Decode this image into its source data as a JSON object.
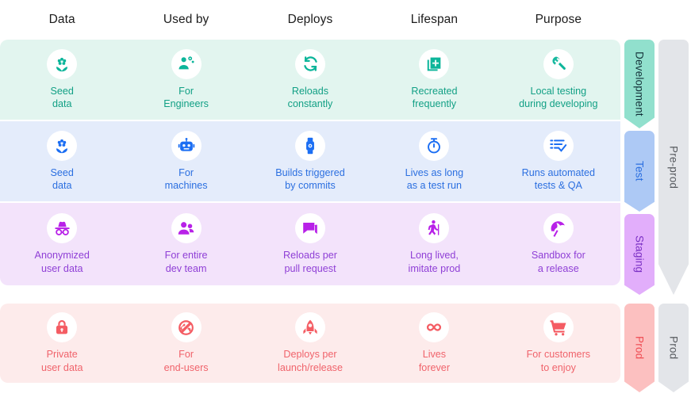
{
  "columns": [
    "Data",
    "Used by",
    "Deploys",
    "Lifespan",
    "Purpose"
  ],
  "colors": {
    "development_accent": "#12a085",
    "development_bg": "#e2f5ef",
    "development_tag": "#91e0cd",
    "test_accent": "#2b6fe0",
    "test_bg": "#e4ecfb",
    "test_tag": "#adc9f5",
    "staging_accent": "#8f3fd6",
    "staging_bg": "#f3e3fb",
    "staging_tag": "#e2aefb",
    "prod_accent": "#f0636b",
    "prod_bg": "#fdebeb",
    "prod_tag": "#fcc0c0",
    "gate_bg": "#e3e5e9",
    "gate_text": "#56595e"
  },
  "rows": [
    {
      "stage": "Development",
      "cells": [
        {
          "icon": "seedling-icon",
          "label": "Seed\ndata"
        },
        {
          "icon": "engineer-icon",
          "label": "For\nEngineers"
        },
        {
          "icon": "refresh-loop-icon",
          "label": "Reloads\nconstantly"
        },
        {
          "icon": "duplicate-add-icon",
          "label": "Recreated\nfrequently"
        },
        {
          "icon": "wrench-icon",
          "label": "Local testing\nduring developing"
        }
      ]
    },
    {
      "stage": "Test",
      "cells": [
        {
          "icon": "seedling-icon",
          "label": "Seed\ndata"
        },
        {
          "icon": "robot-icon",
          "label": "For\nmachines"
        },
        {
          "icon": "smartwatch-icon",
          "label": "Builds triggered\nby commits"
        },
        {
          "icon": "stopwatch-icon",
          "label": "Lives as long\nas a test run"
        },
        {
          "icon": "checklist-icon",
          "label": "Runs automated\ntests & QA"
        }
      ]
    },
    {
      "stage": "Staging",
      "cells": [
        {
          "icon": "incognito-icon",
          "label": "Anonymized\nuser data"
        },
        {
          "icon": "people-group-icon",
          "label": "For entire\ndev team"
        },
        {
          "icon": "chat-bubble-icon",
          "label": "Reloads per\npull request"
        },
        {
          "icon": "elderly-walk-icon",
          "label": "Long lived,\nimitate prod"
        },
        {
          "icon": "beach-umbrella-icon",
          "label": "Sandbox for\na release"
        }
      ]
    },
    {
      "stage": "Prod",
      "cells": [
        {
          "icon": "lock-icon",
          "label": "Private\nuser data"
        },
        {
          "icon": "globe-block-icon",
          "label": "For\nend-users"
        },
        {
          "icon": "rocket-icon",
          "label": "Deploys per\nlaunch/release"
        },
        {
          "icon": "infinity-icon",
          "label": "Lives\nforever"
        },
        {
          "icon": "shopping-cart-icon",
          "label": "For customers\nto enjoy"
        }
      ]
    }
  ],
  "stage_tags": [
    "Development",
    "Test",
    "Staging",
    "Prod"
  ],
  "gate_tags": [
    "Pre-prod",
    "Prod"
  ]
}
